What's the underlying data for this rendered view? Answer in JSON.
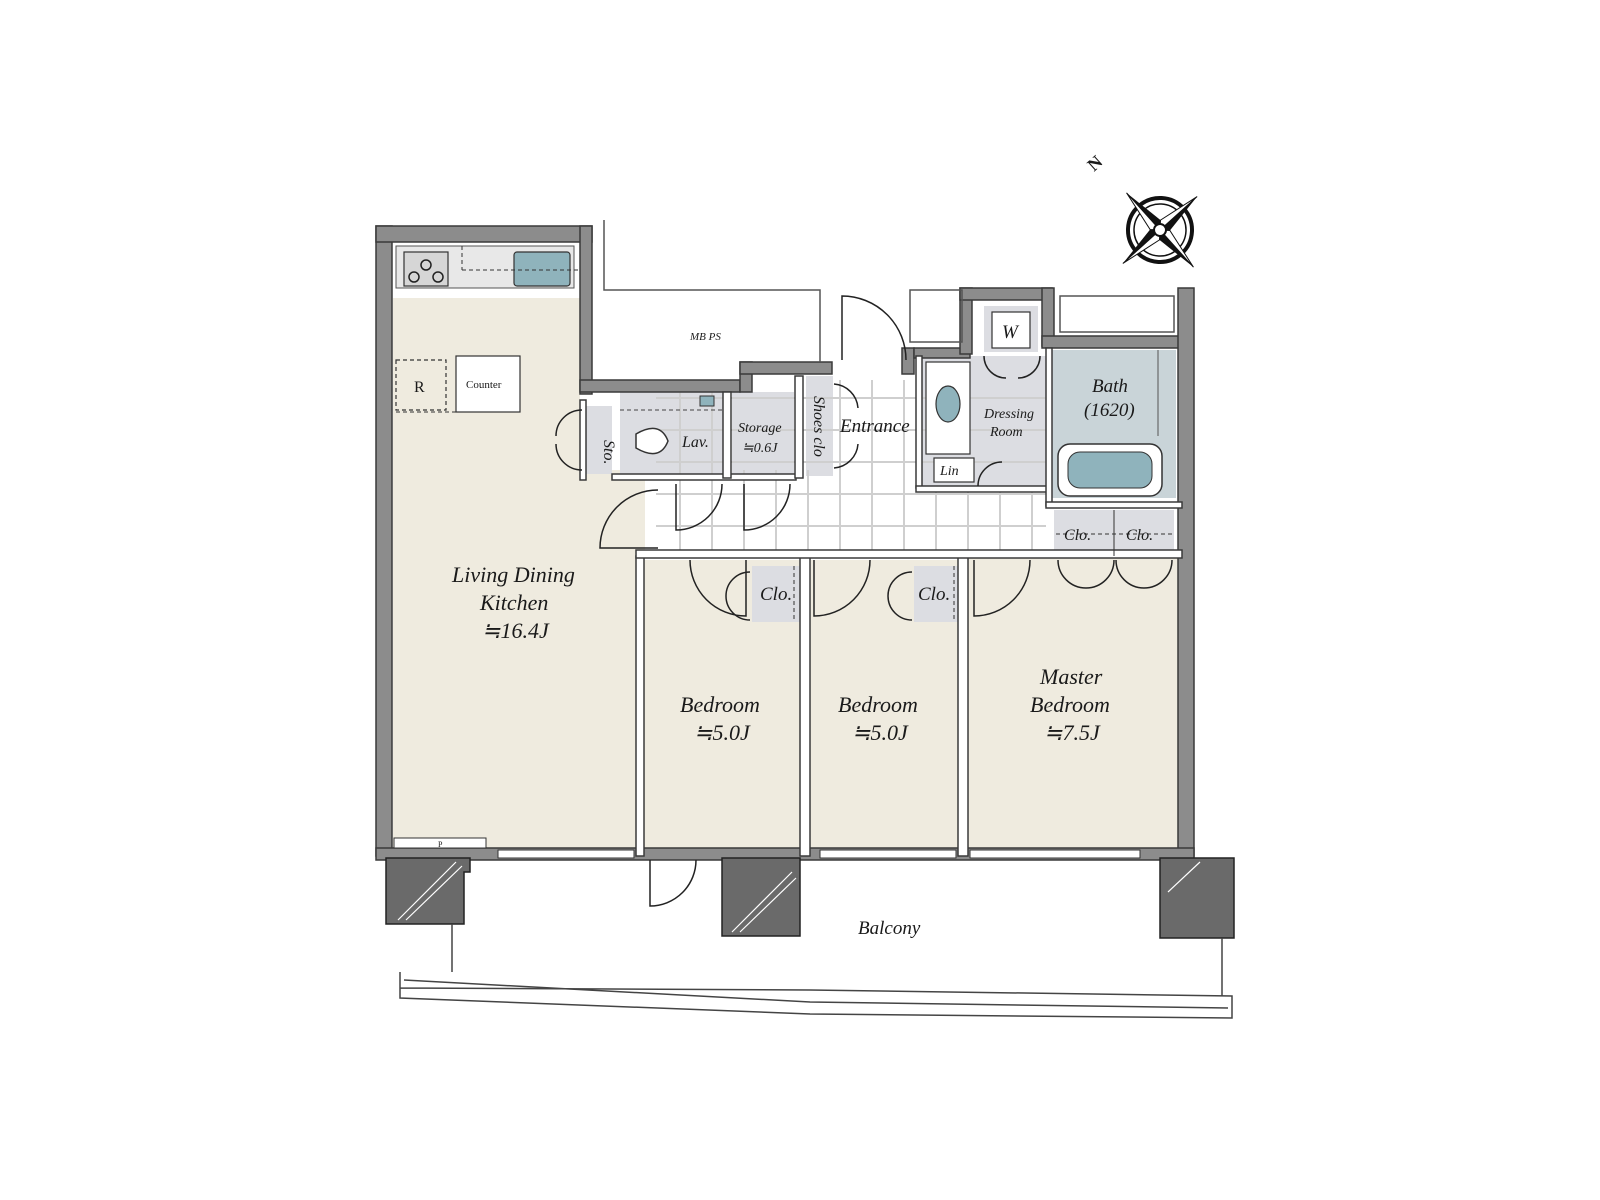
{
  "labels": {
    "mb_ps": "MB  PS",
    "ldk_line1": "Living Dining",
    "ldk_line2": "Kitchen",
    "ldk_area": "≒16.4J",
    "counter": "Counter",
    "fridge": "R",
    "sto": "Sto.",
    "lav": "Lav.",
    "storage": "Storage",
    "storage_area": "≒0.6J",
    "shoes": "Shoes clo",
    "entrance": "Entrance",
    "washer": "W",
    "dressing_line1": "Dressing",
    "dressing_line2": "Room",
    "linen": "Lin",
    "bath_line1": "Bath",
    "bath_line2": "(1620)",
    "clo_bath_left": "Clo.",
    "clo_bath_right": "Clo.",
    "clo_bed1": "Clo.",
    "clo_bed2": "Clo.",
    "bed1": "Bedroom",
    "bed1_area": "≒5.0J",
    "bed2": "Bedroom",
    "bed2_area": "≒5.0J",
    "master_line1": "Master",
    "master_line2": "Bedroom",
    "master_area": "≒7.5J",
    "balcony": "Balcony",
    "north": "N",
    "pipe": "P"
  },
  "colors": {
    "wall": "#8c8c8c",
    "wall_edge": "#3a3a3a",
    "room_fill": "#efebdf",
    "service_fill": "#dcdde2",
    "fixture_fill": "#c9d4d8",
    "floor_tile": "#ffffff",
    "tile_line": "#cfcfcf",
    "column": "#6a6a6a"
  }
}
